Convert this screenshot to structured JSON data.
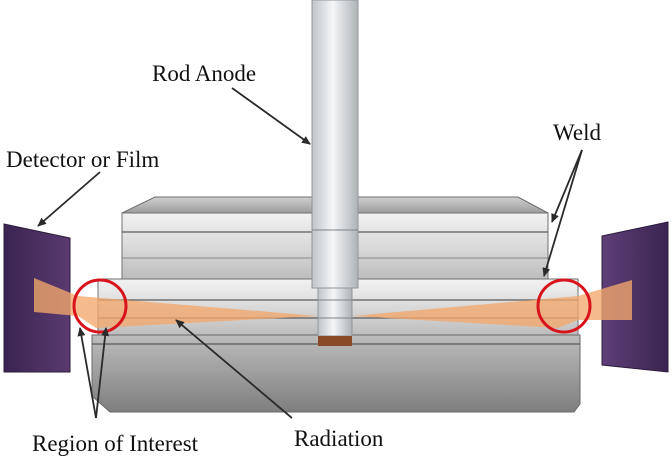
{
  "labels": {
    "rod_anode": "Rod Anode",
    "detector": "Detector or Film",
    "weld": "Weld",
    "region": "Region of Interest",
    "radiation": "Radiation"
  },
  "colors": {
    "detector": "#4b2e5e",
    "beam": "#f3a86c",
    "weld_circle": "#d8131b",
    "plate_light": "#dcdcdc",
    "plate_dark": "#8c8c8c",
    "rod": "#dedede",
    "anode_tip": "#8a4a26",
    "arrow": "#2a2a2a"
  }
}
